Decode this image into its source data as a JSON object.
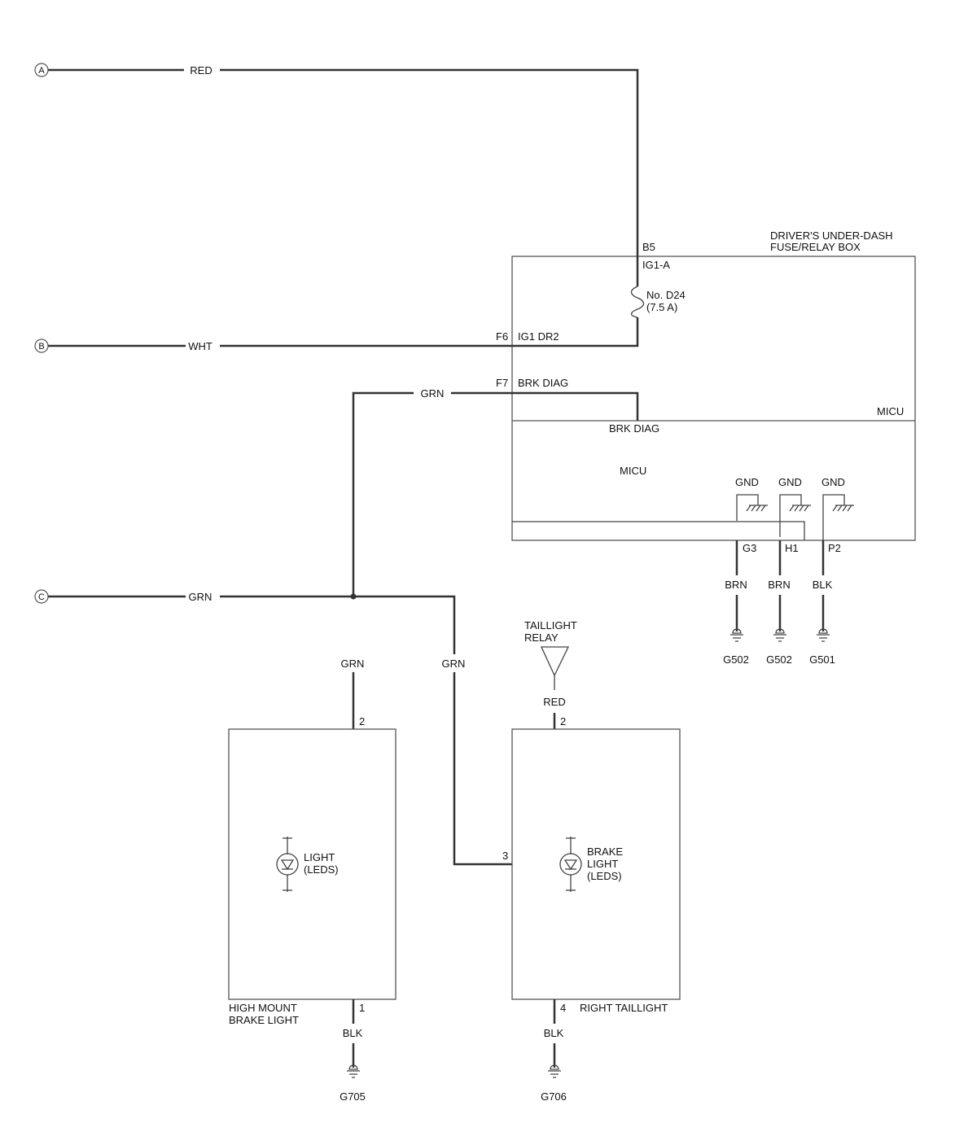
{
  "connectors": {
    "a": "A",
    "b": "B",
    "c": "C"
  },
  "wires": {
    "red_a": "RED",
    "wht_b": "WHT",
    "grn_f7": "GRN",
    "grn_c": "GRN",
    "grn_to_high_mount": "GRN",
    "grn_to_taillight": "GRN",
    "red_relay": "RED",
    "blk_high_mount": "BLK",
    "blk_taillight": "BLK",
    "brn_g3": "BRN",
    "brn_h1": "BRN",
    "blk_p2": "BLK"
  },
  "fuse_box": {
    "title_line1": "DRIVER'S UNDER-DASH",
    "title_line2": "FUSE/RELAY BOX",
    "pin_b5": "B5",
    "ig1a": "IG1-A",
    "fuse_name": "No. D24",
    "fuse_rating": "(7.5 A)",
    "pin_f6": "F6",
    "ig1dr2": "IG1 DR2",
    "pin_f7": "F7",
    "brk_diag": "BRK DIAG",
    "micu_side": "MICU"
  },
  "micu": {
    "brk_diag": "BRK DIAG",
    "label": "MICU",
    "gnd1": "GND",
    "gnd2": "GND",
    "gnd3": "GND",
    "pin_g3": "G3",
    "pin_h1": "H1",
    "pin_p2": "P2"
  },
  "grounds": {
    "g502a": "G502",
    "g502b": "G502",
    "g501": "G501",
    "g705": "G705",
    "g706": "G706"
  },
  "taillight_relay": {
    "line1": "TAILLIGHT",
    "line2": "RELAY"
  },
  "high_mount": {
    "pin_top": "2",
    "pin_bottom": "1",
    "light_line1": "LIGHT",
    "light_line2": "(LEDS)",
    "name_line1": "HIGH MOUNT",
    "name_line2": "BRAKE LIGHT"
  },
  "right_taillight": {
    "pin_top": "2",
    "pin_side": "3",
    "pin_bottom": "4",
    "light_line1": "BRAKE",
    "light_line2": "LIGHT",
    "light_line3": "(LEDS)",
    "name": "RIGHT TAILLIGHT"
  }
}
